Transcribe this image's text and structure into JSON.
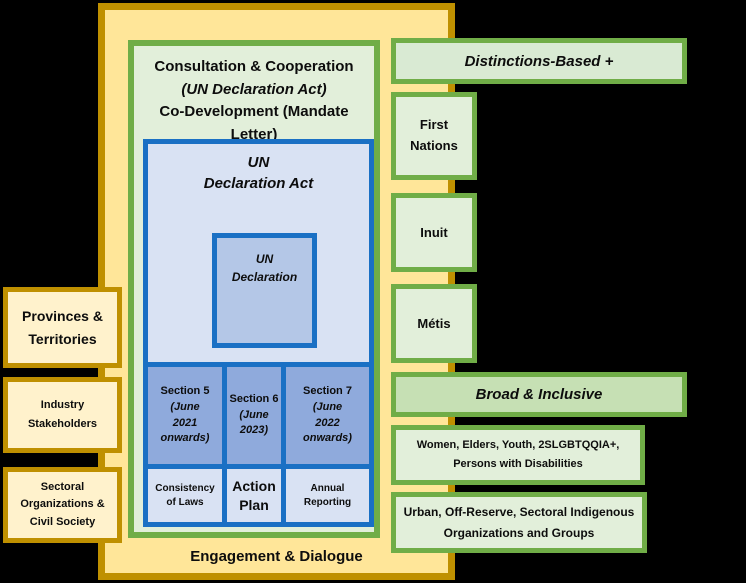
{
  "diagram": {
    "background_color": "#000000",
    "main_panel": {
      "fill": "#FFE699",
      "border_color": "#BF9000",
      "bottom_label": "Engagement & Dialogue",
      "consultation_box": {
        "fill": "#E2EFDA",
        "border_color": "#70AD47",
        "title_line1": "Consultation & Cooperation",
        "title_line2": "(UN Declaration Act)",
        "title_line3": "Co-Development (Mandate Letter)"
      },
      "un_declaration_act_box": {
        "fill": "#D9E2F3",
        "border_color": "#1A70C4",
        "title_lines": [
          "UN",
          "Declaration Act"
        ],
        "un_declaration_box": {
          "fill": "#B4C7E7",
          "title_lines": [
            "UN",
            "Declaration"
          ]
        },
        "sections": [
          {
            "name": "Section 5",
            "date": "(June 2021 onwards)",
            "output": "Consistency of Laws",
            "fill": "#8FAADC"
          },
          {
            "name": "Section 6",
            "date": "(June 2023)",
            "output": "Action Plan",
            "fill": "#8FAADC"
          },
          {
            "name": "Section 7",
            "date": "(June 2022 onwards)",
            "output": "Annual Reporting",
            "fill": "#8FAADC"
          }
        ]
      }
    },
    "left_column": {
      "fill": "#FFF2CC",
      "border_color": "#BF9000",
      "items": [
        {
          "label": "Provinces & Territories"
        },
        {
          "label": "Industry Stakeholders"
        },
        {
          "label": "Sectoral Organizations & Civil Society"
        }
      ]
    },
    "right_column": {
      "border_color": "#70AD47",
      "distinctions_header": {
        "label": "Distinctions-Based +",
        "fill": "#D9EAD3"
      },
      "distinctions_groups": [
        {
          "label": "First Nations"
        },
        {
          "label": "Inuit"
        },
        {
          "label": "Métis"
        }
      ],
      "broad_header": {
        "label": "Broad & Inclusive",
        "fill": "#C6E0B4"
      },
      "broad_groups": [
        {
          "label": "Women, Elders, Youth, 2SLGBTQQIA+, Persons with Disabilities"
        },
        {
          "label": "Urban, Off-Reserve, Sectoral Indigenous Organizations and Groups"
        }
      ]
    }
  }
}
